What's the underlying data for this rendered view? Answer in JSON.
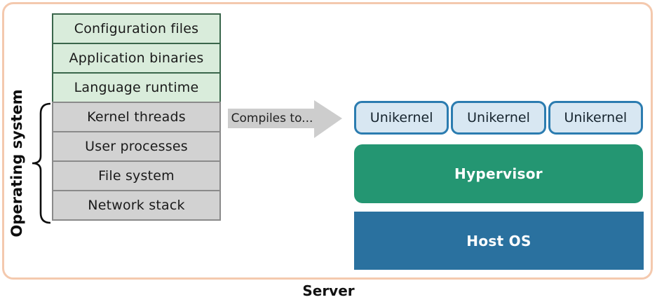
{
  "diagram": {
    "title_context": "Unikernel compilation diagram",
    "os_group_label": "Operating system",
    "compile_arrow_label": "Compiles to...",
    "app_layers": [
      {
        "label": "Configuration files"
      },
      {
        "label": "Application binaries"
      },
      {
        "label": "Language runtime"
      }
    ],
    "kernel_layers": [
      {
        "label": "Kernel threads"
      },
      {
        "label": "User processes"
      },
      {
        "label": "File system"
      },
      {
        "label": "Network stack"
      }
    ],
    "unikernels": [
      {
        "label": "Unikernel"
      },
      {
        "label": "Unikernel"
      },
      {
        "label": "Unikernel"
      }
    ],
    "hypervisor_label": "Hypervisor",
    "host_os_label": "Host OS",
    "server_label": "Server"
  },
  "colors": {
    "frame-border": "#f4c9ae",
    "app-fill": "#d9ecdb",
    "app-border": "#3a664b",
    "kernel-fill": "#d2d2d2",
    "kernel-border": "#8a8a8a",
    "arrow-fill": "#cdcdcd",
    "uni-fill": "#d8e7f2",
    "uni-border": "#2b7cb0",
    "hypervisor-fill": "#249672",
    "hostos-fill": "#2a719f",
    "text-dark": "#1a1a1a",
    "text-light": "#ffffff"
  }
}
